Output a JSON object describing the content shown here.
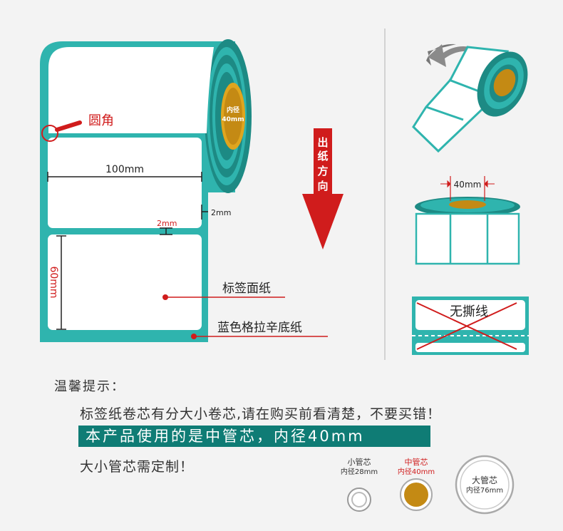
{
  "callouts": {
    "rounded_corner": "圆角",
    "width": "100mm",
    "height": "60mm",
    "gap_vertical": "2mm",
    "gap_horizontal": "2mm",
    "face_paper": "标签面纸",
    "backing_paper": "蓝色格拉辛底纸",
    "inner_dia_label_1": "内径",
    "inner_dia_label_2": "40mm"
  },
  "direction": {
    "chars": [
      "出",
      "纸",
      "方",
      "向"
    ]
  },
  "side_roll": {
    "core_label": "40mm"
  },
  "no_tear": {
    "label": "无撕线"
  },
  "tips": {
    "heading": "温馨提示：",
    "line1": "标签纸卷芯有分大小卷芯,请在购买前看清楚，不要买错！",
    "highlight": "本产品使用的是中管芯，内径40mm",
    "line3": "大小管芯需定制！"
  },
  "cores": [
    {
      "name": "小管芯",
      "dia": "内径28mm"
    },
    {
      "name": "中管芯",
      "dia": "内径40mm"
    },
    {
      "name": "大管芯",
      "dia": "内径76mm"
    }
  ],
  "colors": {
    "teal": "#2fb4ae",
    "dark_teal": "#0f7c75",
    "red": "#d01c1c",
    "gold": "#c48a14"
  }
}
